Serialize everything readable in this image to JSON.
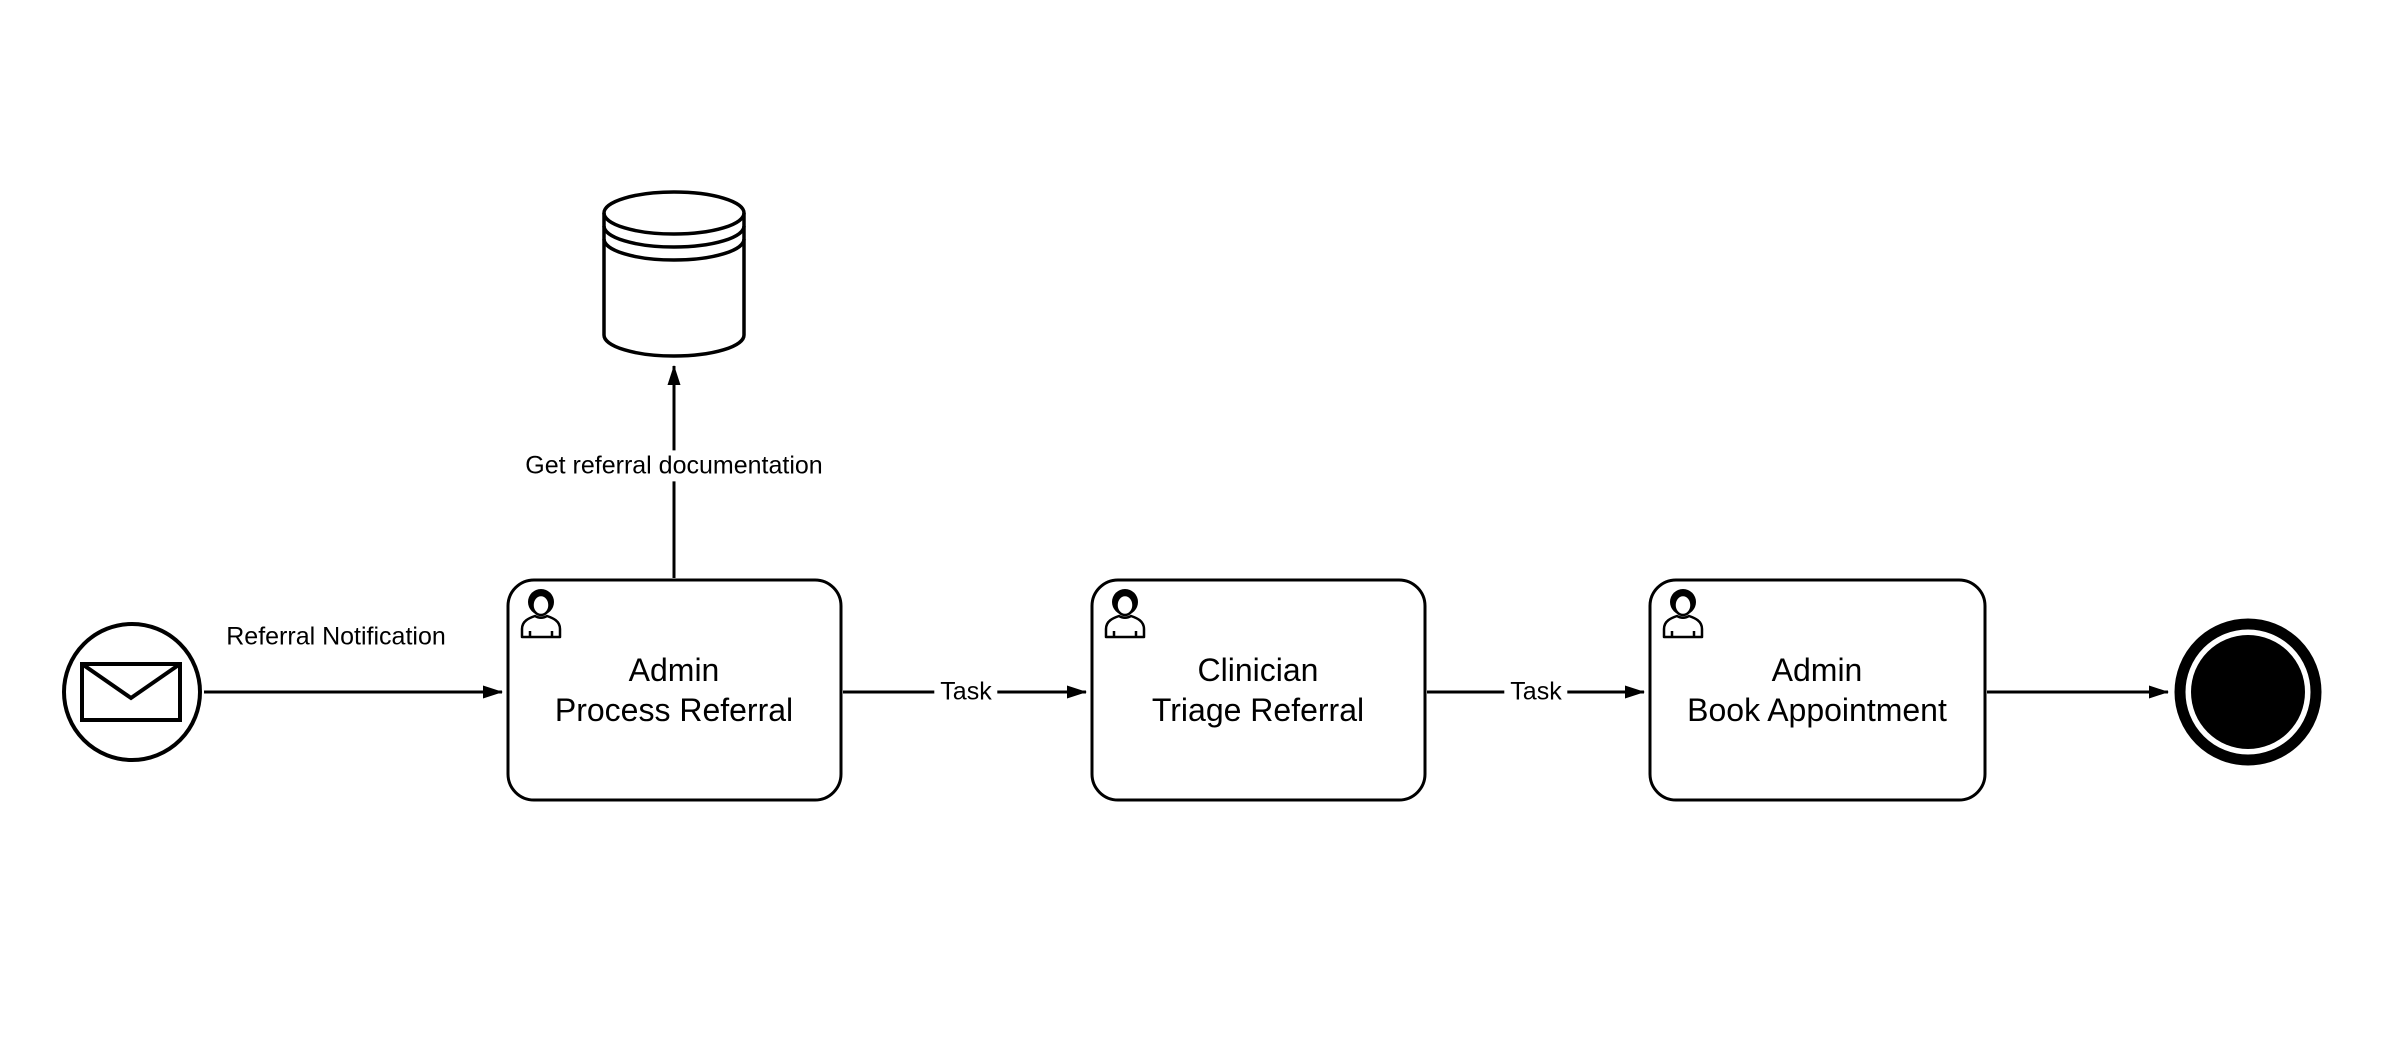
{
  "colors": {
    "stroke": "#000000",
    "fill": "#ffffff",
    "background": "#ffffff",
    "text": "#000000"
  },
  "start_event": {
    "type": "message-start-event",
    "icon": "message-envelope-icon",
    "label": ""
  },
  "tasks": [
    {
      "icon": "user-icon",
      "label": "Admin\nProcess Referral"
    },
    {
      "icon": "user-icon",
      "label": "Clinician\nTriage Referral"
    },
    {
      "icon": "user-icon",
      "label": "Admin\nBook Appointment"
    }
  ],
  "data_store": {
    "icon": "database-cylinder-icon",
    "label": ""
  },
  "end_event": {
    "type": "terminate-end-event",
    "icon": "filled-circle-icon",
    "label": ""
  },
  "flows": [
    {
      "from": "start-event",
      "to": "task-process-referral",
      "label": "Referral Notification"
    },
    {
      "from": "task-process-referral",
      "to": "data-store",
      "label": "Get referral documentation"
    },
    {
      "from": "task-process-referral",
      "to": "task-triage-referral",
      "label": "Task"
    },
    {
      "from": "task-triage-referral",
      "to": "task-book-appointment",
      "label": "Task"
    },
    {
      "from": "task-book-appointment",
      "to": "end-event",
      "label": ""
    }
  ]
}
